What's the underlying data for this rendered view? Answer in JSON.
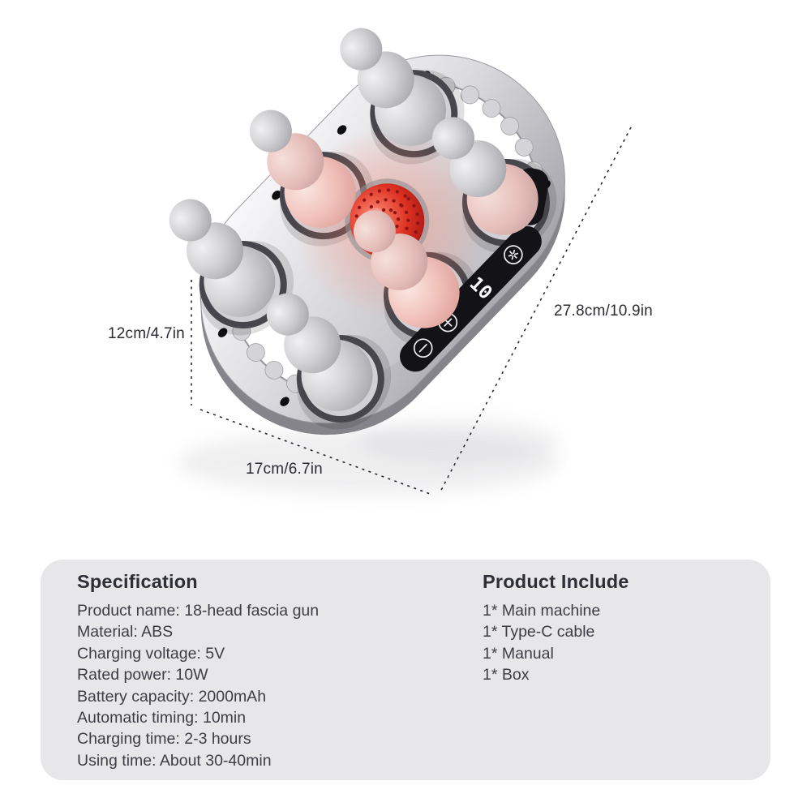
{
  "product": {
    "name": "18-head fascia gun",
    "display_value": "10"
  },
  "dimensions": {
    "height_label": "12cm/4.7in",
    "length_label": "27.8cm/10.9in",
    "width_label": "17cm/6.7in"
  },
  "specification": {
    "title": "Specification",
    "items": [
      "Product name: 18-head fascia gun",
      "Material: ABS",
      "Charging voltage: 5V",
      "Rated power: 10W",
      "Battery capacity: 2000mAh",
      "Automatic timing: 10min",
      "Charging time: 2-3 hours",
      "Using time: About 30-40min"
    ]
  },
  "product_include": {
    "title": "Product Include",
    "items": [
      "1* Main machine",
      "1* Type-C cable",
      "1* Manual",
      "1* Box"
    ]
  },
  "colors": {
    "panel_bg": "#e7e7e9",
    "body_silver": "#d7d7db",
    "ball_gray": "#c6c5c7",
    "ball_pink": "#eec5c1",
    "heat_pad_red": "#d42a1e",
    "control_strip_black": "#141418",
    "annotation_text": "#2b2b33"
  }
}
